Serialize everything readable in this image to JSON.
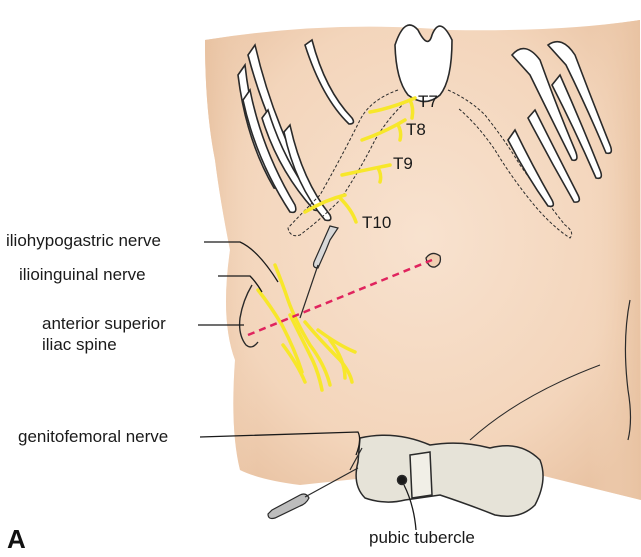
{
  "figure": {
    "panel_letter": "A",
    "dermatomes": [
      "T7",
      "T8",
      "T9",
      "T10"
    ],
    "labels": {
      "iliohypogastric": "iliohypogastric nerve",
      "ilioinguinal": "ilioinguinal nerve",
      "asis_line1": "anterior superior",
      "asis_line2": "iliac spine",
      "genitofemoral": "genitofemoral nerve",
      "pubic_tubercle": "pubic tubercle"
    },
    "colors": {
      "skin": "#f5d9c0",
      "skin_shadow": "#ecc6a6",
      "nerve": "#f7e72a",
      "dashed_line": "#e0245e",
      "bone": "#e6e3d8",
      "outline": "#2a2a2a"
    }
  }
}
